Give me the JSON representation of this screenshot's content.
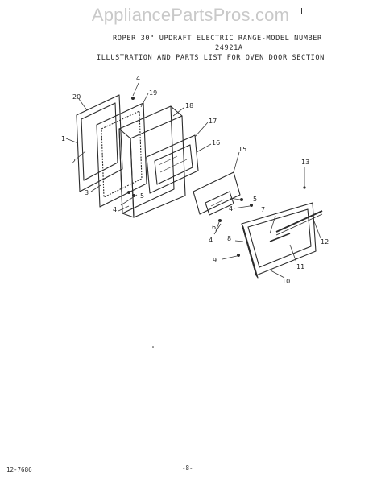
{
  "watermark": "AppliancePartsPros.com",
  "header": {
    "line1": "ROPER 30\" UPDRAFT ELECTRIC RANGE-MODEL NUMBER",
    "line2": "24921A",
    "line3": "ILLUSTRATION AND PARTS LIST FOR OVEN DOOR SECTION"
  },
  "callouts": [
    "1",
    "2",
    "3",
    "4",
    "5",
    "6",
    "7",
    "8",
    "9",
    "10",
    "11",
    "12",
    "13",
    "15",
    "16",
    "17",
    "18",
    "19",
    "20"
  ],
  "footer": {
    "code": "12-7686",
    "page": "-8-"
  }
}
